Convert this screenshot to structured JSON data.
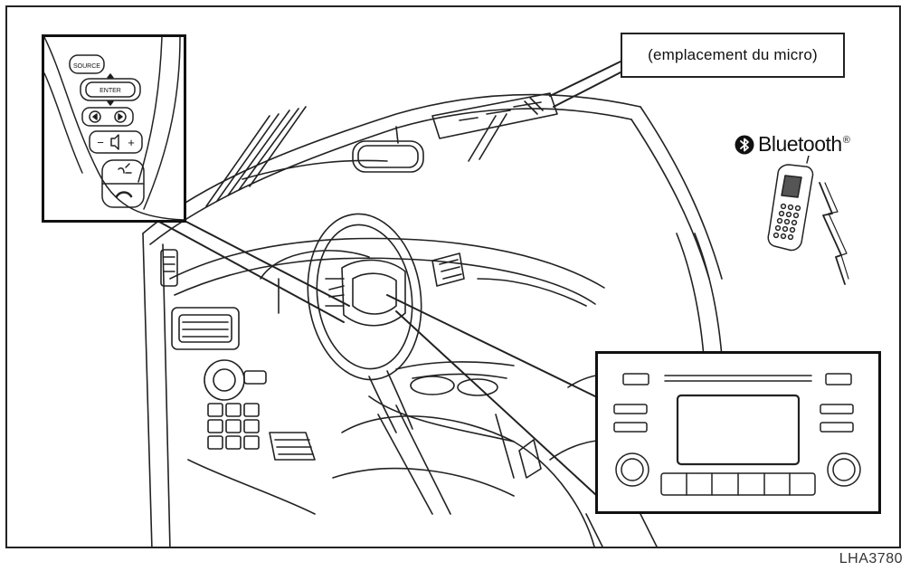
{
  "callout": {
    "label": "(emplacement du micro)"
  },
  "bluetooth": {
    "brand": "Bluetooth",
    "registered": "®"
  },
  "steering_controls": {
    "source_label": "SOURCE",
    "enter_label": "ENTER",
    "volume_minus": "−",
    "volume_plus": "+"
  },
  "figure_code": "LHA3780"
}
